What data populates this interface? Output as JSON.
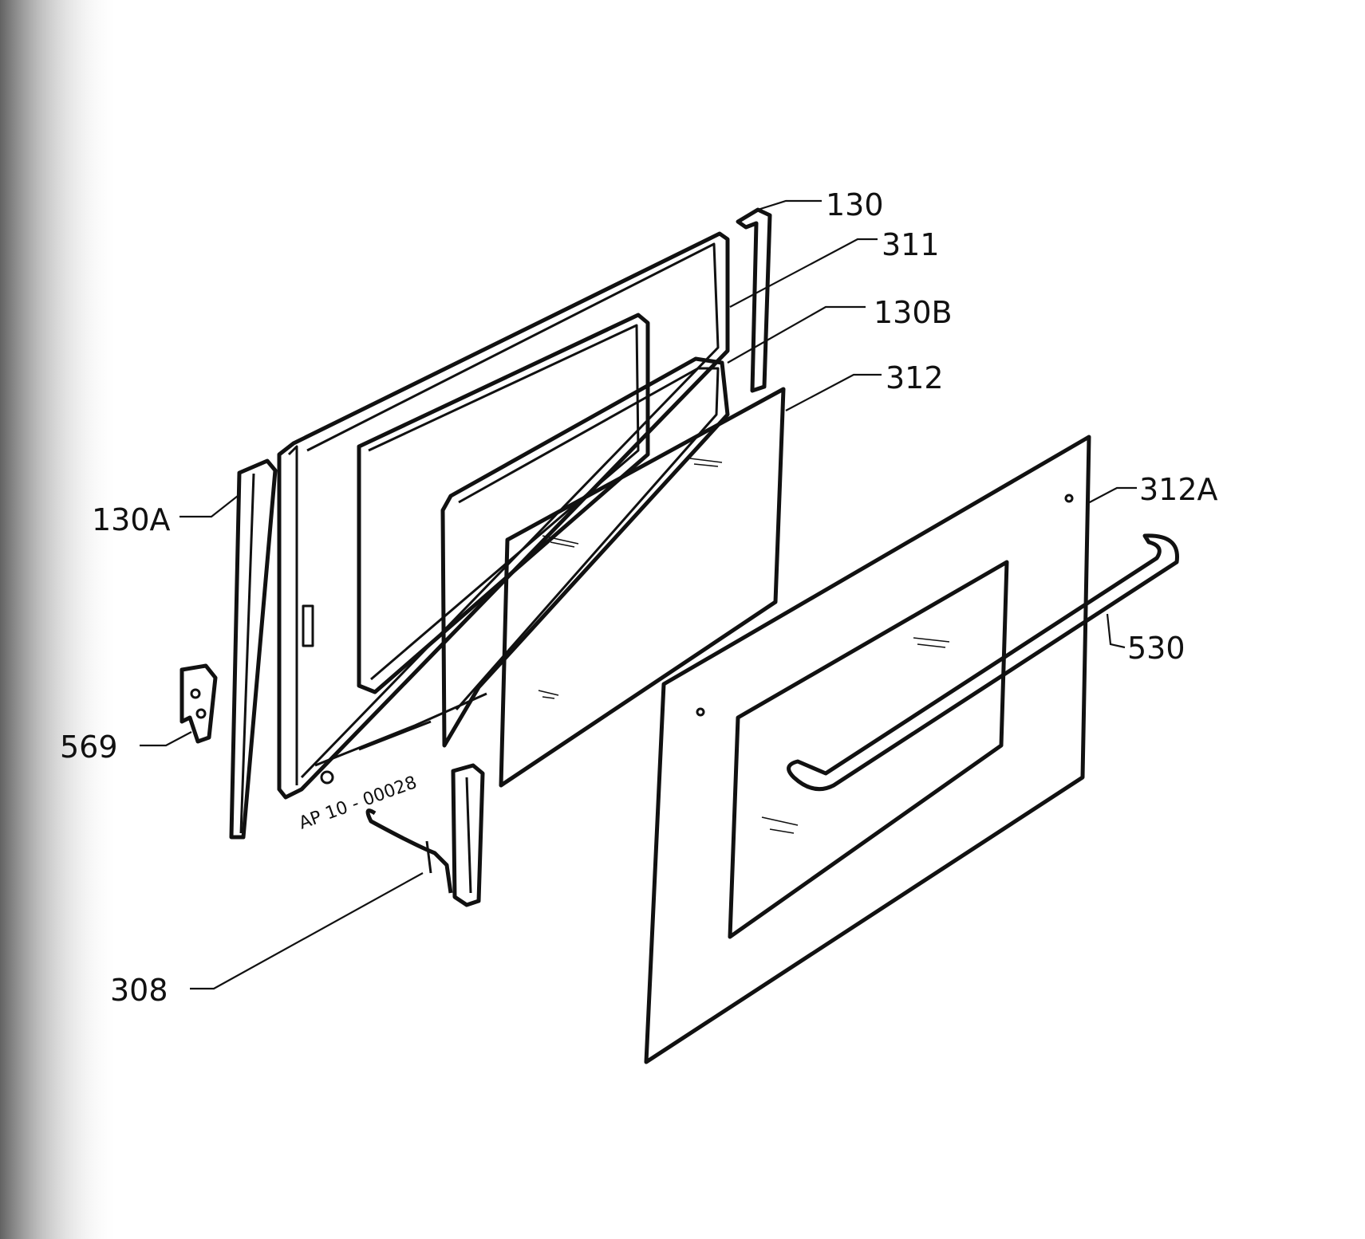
{
  "labels": {
    "p130": "130",
    "p311": "311",
    "p130b": "130B",
    "p312": "312",
    "p312a": "312A",
    "p130a": "130A",
    "p530": "530",
    "p569": "569",
    "p308": "308"
  },
  "drawing_ref": "AP 10 - 00028",
  "icons": {
    "shading": "left-edge-scan-shading",
    "background": "white-paper"
  }
}
